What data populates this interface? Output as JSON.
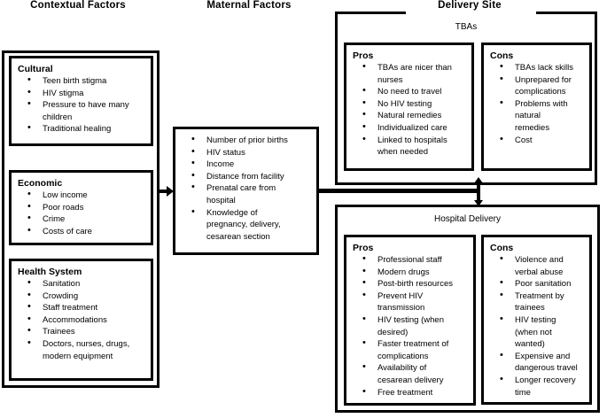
{
  "colors": {
    "ink": "#000000",
    "background": "#ffffff"
  },
  "headers": {
    "contextual": "Contextual Factors",
    "maternal": "Maternal Factors",
    "delivery_site": "Delivery Site"
  },
  "contextual": {
    "boxes": [
      {
        "title": "Cultural",
        "items": [
          "Teen birth stigma",
          "HIV stigma",
          "Pressure to have many\nchildren",
          "Traditional healing"
        ]
      },
      {
        "title": "Economic",
        "items": [
          "Low income",
          "Poor roads",
          "Crime",
          "Costs of care"
        ]
      },
      {
        "title": "Health System",
        "items": [
          "Sanitation",
          "Crowding",
          "Staff treatment",
          "Accommodations",
          "Trainees",
          "Doctors, nurses, drugs,\nmodern equipment"
        ]
      }
    ]
  },
  "maternal": {
    "items": [
      "Number of prior births",
      "HIV status",
      "Income",
      "Distance from facility",
      "Prenatal care from\nhospital",
      "Knowledge of\npregnancy, delivery,\ncesarean section"
    ]
  },
  "delivery": {
    "tbas": {
      "label": "TBAs",
      "pros": {
        "title": "Pros",
        "items": [
          "TBAs are nicer than\nnurses",
          "No need to travel",
          "No HIV testing",
          "Natural remedies",
          "Individualized care",
          "Linked to hospitals\nwhen needed"
        ]
      },
      "cons": {
        "title": "Cons",
        "items": [
          "TBAs lack skills",
          "Unprepared for\ncomplications",
          "Problems with\nnatural\nremedies",
          "Cost"
        ]
      }
    },
    "hospital": {
      "label": "Hospital Delivery",
      "pros": {
        "title": "Pros",
        "items": [
          "Professional staff",
          "Modern drugs",
          "Post-birth resources",
          "Prevent HIV\ntransmission",
          "HIV testing (when\ndesired)",
          "Faster treatment of\ncomplications",
          "Availability of\ncesarean delivery",
          "Free treatment"
        ]
      },
      "cons": {
        "title": "Cons",
        "items": [
          "Violence and\nverbal abuse",
          "Poor sanitation",
          "Treatment by\ntrainees",
          "HIV testing\n(when not\nwanted)",
          "Expensive and\ndangerous travel",
          "Longer recovery\ntime"
        ]
      }
    }
  }
}
